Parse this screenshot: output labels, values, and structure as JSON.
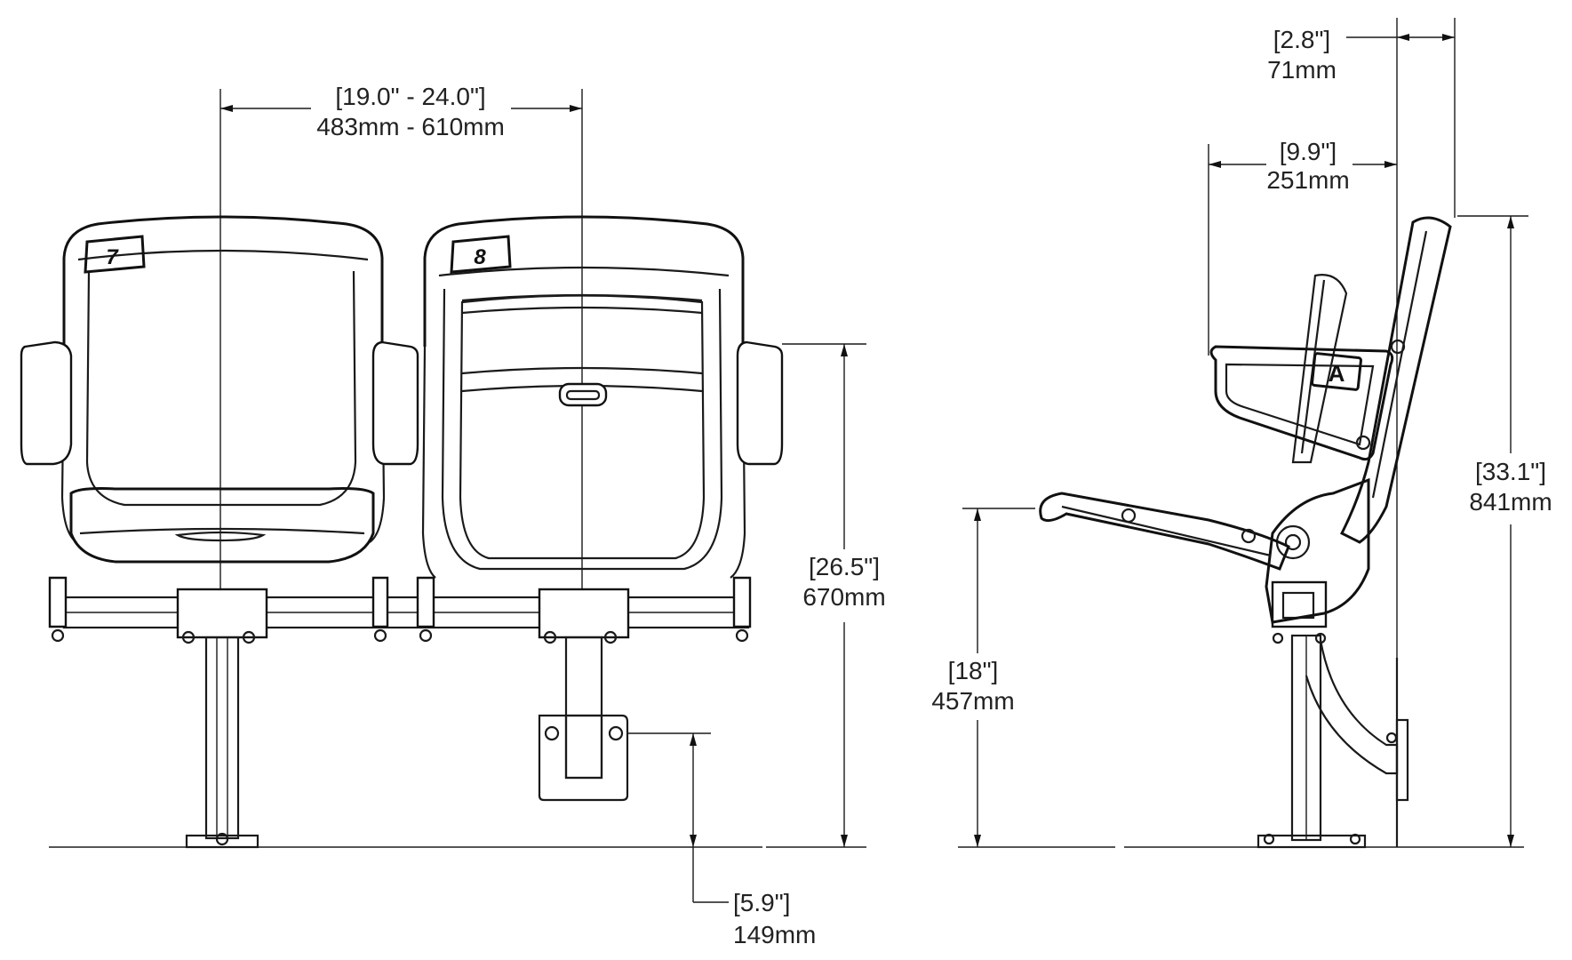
{
  "dimensions": {
    "seat_spacing_in": "[19.0\" - 24.0\"]",
    "seat_spacing_mm": "483mm - 610mm",
    "armrest_height_in": "[26.5\"]",
    "armrest_height_mm": "670mm",
    "riser_height_in": "[5.9\"]",
    "riser_height_mm": "149mm",
    "seat_height_in": "[18\"]",
    "seat_height_mm": "457mm",
    "overall_height_in": "[33.1\"]",
    "overall_height_mm": "841mm",
    "folded_depth_in": "[9.9\"]",
    "folded_depth_mm": "251mm",
    "back_offset_in": "[2.8\"]",
    "back_offset_mm": "71mm"
  },
  "seat_numbers": [
    "7",
    "8"
  ],
  "row_letter": "A"
}
